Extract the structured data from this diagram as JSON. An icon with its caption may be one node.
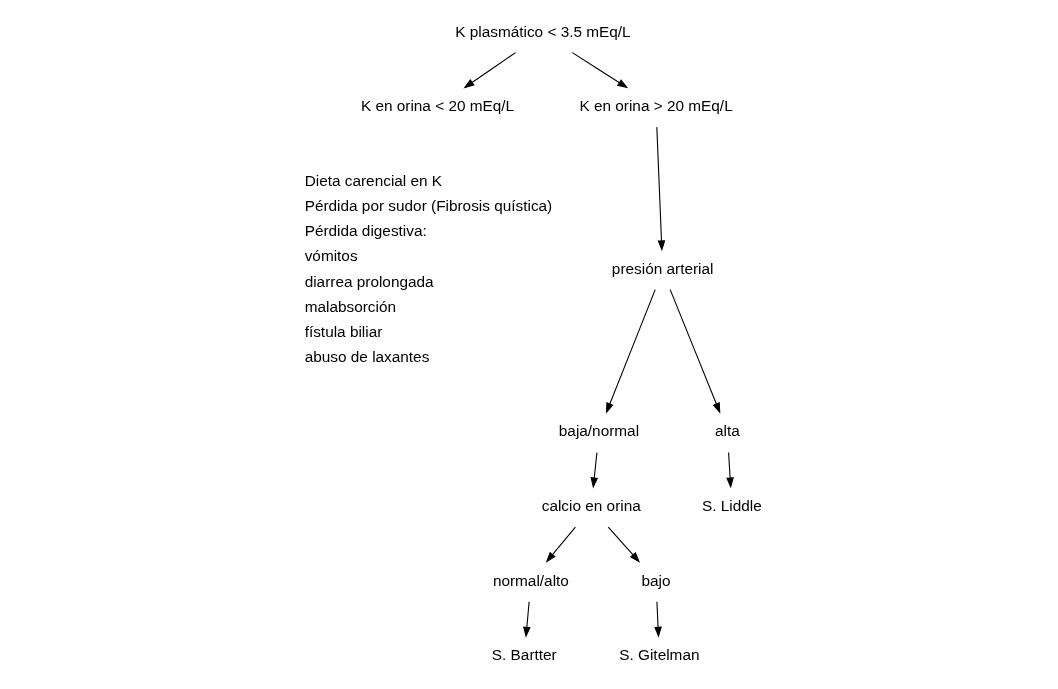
{
  "diagram": {
    "nodes": [
      {
        "text": [
          "K plasmático < 3.5 mEq/L"
        ]
      },
      {
        "text": [
          "K en orina < 20 mEq/L"
        ]
      },
      {
        "text": [
          "K en orina > 20 mEq/L"
        ]
      },
      {
        "text": [
          "presión arterial"
        ]
      },
      {
        "text": [
          "baja/normal"
        ]
      },
      {
        "text": [
          "alta"
        ]
      },
      {
        "text": [
          "calcio en orina"
        ]
      },
      {
        "text": [
          "S. Liddle"
        ]
      },
      {
        "text": [
          "normal/alto"
        ]
      },
      {
        "text": [
          "bajo"
        ]
      },
      {
        "text": [
          "S. Bartter"
        ]
      },
      {
        "text": [
          "S. Gitelman"
        ]
      }
    ],
    "edges": [
      {
        "from": 0,
        "to": 1,
        "arrow": "to"
      },
      {
        "from": 0,
        "to": 2,
        "arrow": "to"
      },
      {
        "from": 2,
        "to": 3,
        "arrow": "to"
      },
      {
        "from": 3,
        "to": 4,
        "arrow": "to"
      },
      {
        "from": 3,
        "to": 5,
        "arrow": "to"
      },
      {
        "from": 4,
        "to": 6,
        "arrow": "to"
      },
      {
        "from": 5,
        "to": 7,
        "arrow": "to"
      },
      {
        "from": 6,
        "to": 8,
        "arrow": "to"
      },
      {
        "from": 6,
        "to": 9,
        "arrow": "to"
      },
      {
        "from": 8,
        "to": 10,
        "arrow": "to"
      },
      {
        "from": 9,
        "to": 11,
        "arrow": "to"
      }
    ],
    "labels": [
      "Dieta carencial en K",
      "Pérdida por sudor (Fibrosis quística)",
      "Pérdida digestiva:",
      "vómitos",
      "diarrea prolongada",
      "malabsorción",
      "fístula biliar",
      "abuso de laxantes"
    ]
  }
}
